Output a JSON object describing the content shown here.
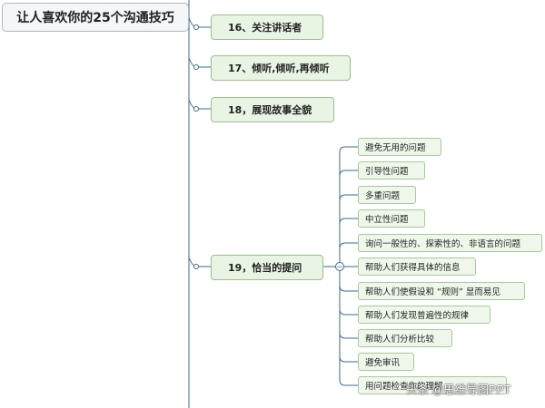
{
  "root": {
    "title": "让人喜欢你的25个沟通技巧"
  },
  "topics": [
    {
      "label": "16、关注讲话者"
    },
    {
      "label": "17、倾听,倾听,再倾听"
    },
    {
      "label": "18，展现故事全貌"
    },
    {
      "label": "19，恰当的提问"
    }
  ],
  "subtopics": [
    {
      "label": "避免无用的问题"
    },
    {
      "label": "引导性问题"
    },
    {
      "label": "多重问题"
    },
    {
      "label": "中立性问题"
    },
    {
      "label": "询问一般性的、探索性的、非语言的问题"
    },
    {
      "label": "帮助人们获得具体的信息"
    },
    {
      "label": "帮助人们使假设和 “规则” 显而易见"
    },
    {
      "label": "帮助人们发现普遍性的规律"
    },
    {
      "label": "帮助人们分析比较"
    },
    {
      "label": "避免审讯"
    },
    {
      "label": "用问题检查你的理解"
    }
  ],
  "collapse_symbol": "−",
  "watermark": {
    "text": "头条 @思维导图PPT"
  },
  "colors": {
    "line": "#3b6aa0",
    "topic_fill": "#e8f5e4",
    "sub_fill": "#eef7ea"
  }
}
